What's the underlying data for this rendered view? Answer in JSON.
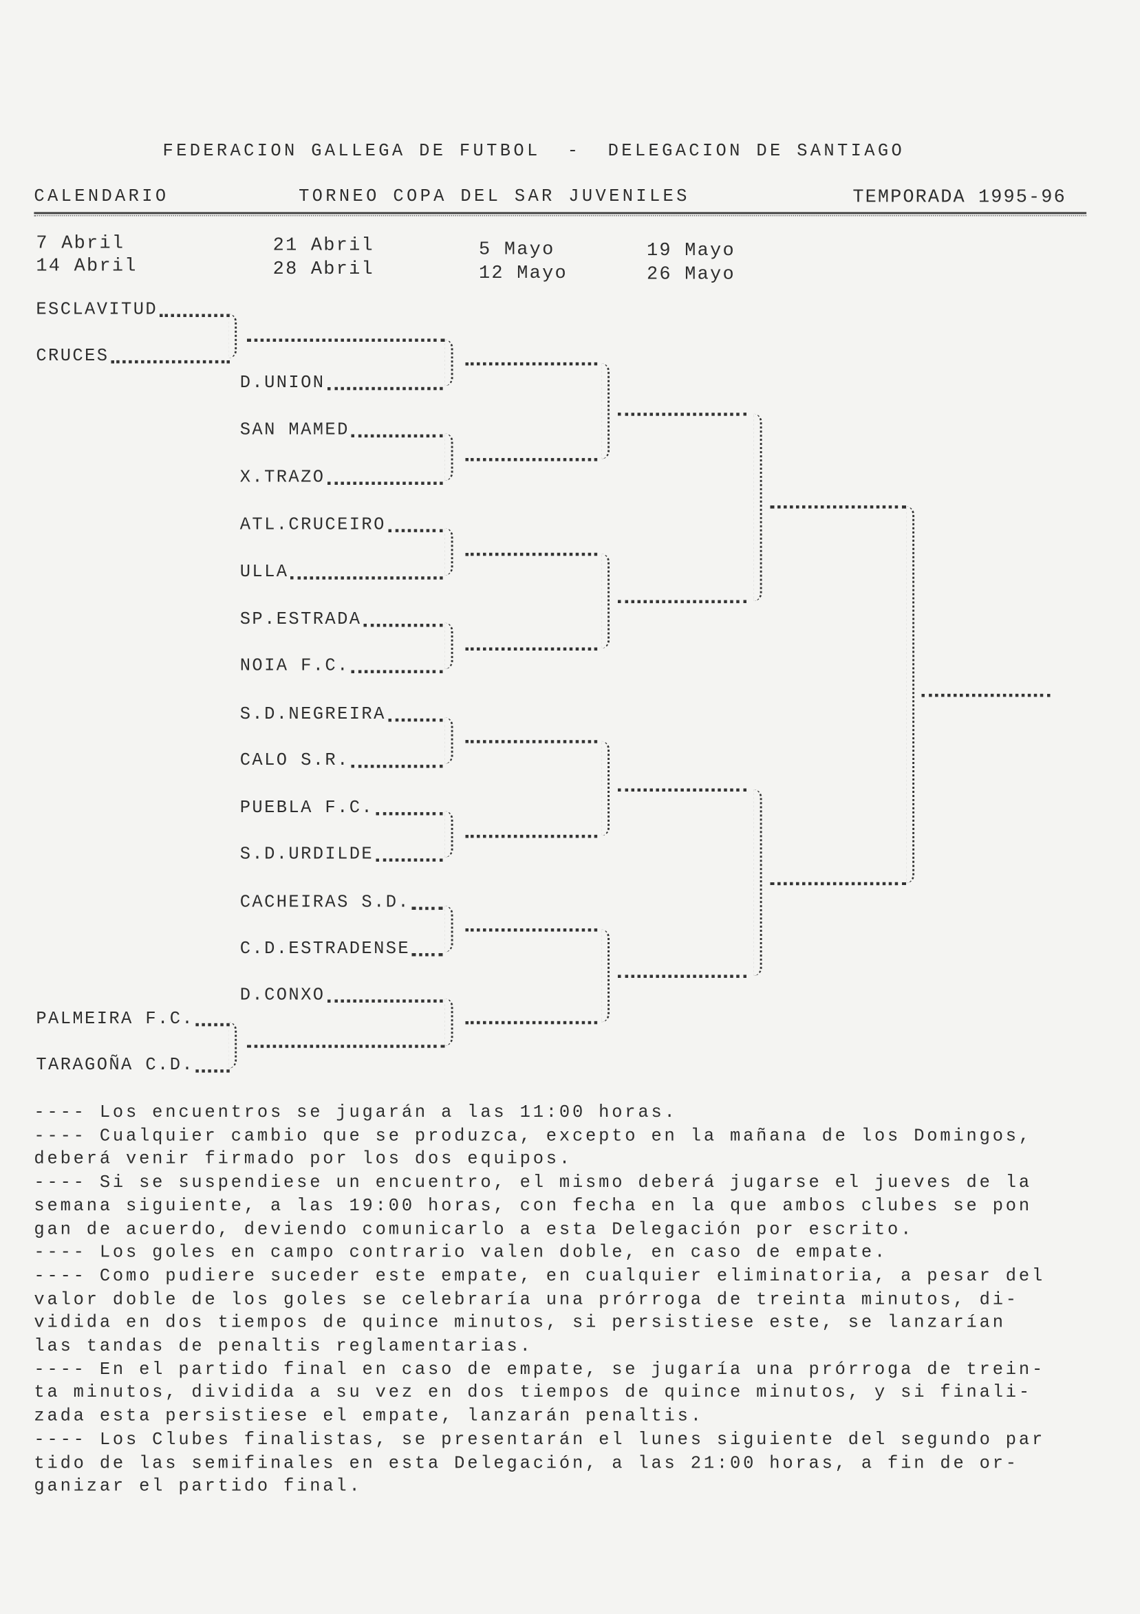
{
  "header": {
    "title": "FEDERACION GALLEGA DE FUTBOL  -  DELEGACION DE SANTIAGO",
    "left": "CALENDARIO",
    "center": "TORNEO COPA DEL SAR JUVENILES",
    "right": "TEMPORADA 1995-96"
  },
  "dates": [
    "7 Abril",
    "14 Abril",
    "21 Abril",
    "28 Abril",
    "5 Mayo",
    "12 Mayo",
    "19 Mayo",
    "26 Mayo"
  ],
  "teams": {
    "preliminary": [
      "ESCLAVITUD",
      "CRUCES",
      "PALMEIRA F.C.",
      "TARAGOÑA C.D."
    ],
    "round1": [
      "D.UNION",
      "SAN MAMED",
      "X.TRAZO",
      "ATL.CRUCEIRO",
      "ULLA",
      "SP.ESTRADA",
      "NOIA F.C.",
      "S.D.NEGREIRA",
      "CALO S.R.",
      "PUEBLA F.C.",
      "S.D.URDILDE",
      "CACHEIRAS S.D.",
      "C.D.ESTRADENSE",
      "D.CONXO"
    ]
  },
  "rules": [
    "---- Los encuentros se jugarán a las 11:00 horas.",
    "---- Cualquier cambio que se produzca, excepto en la mañana de los Domingos,",
    "deberá venir firmado por los dos equipos.",
    "---- Si se suspendiese un encuentro, el mismo deberá jugarse el jueves de la",
    "semana siguiente, a las 19:00 horas, con fecha en la que ambos clubes se pon",
    "gan de acuerdo, deviendo comunicarlo a esta Delegación por escrito.",
    "---- Los goles en campo contrario valen doble, en caso de empate.",
    "---- Como pudiere suceder este empate, en cualquier eliminatoria, a pesar del",
    "valor doble de los goles se celebraría una prórroga de treinta minutos, di-",
    "vidida en dos tiempos de quince minutos, si persistiese este, se lanzarían",
    "las tandas de penaltis reglamentarias.",
    "---- En el partido final en caso de empate, se jugaría una prórroga de trein-",
    "ta minutos, dividida a su vez en dos tiempos de quince minutos, y si finali-",
    "zada esta persistiese el empate, lanzarán penaltis.",
    "---- Los Clubes finalistas, se presentarán el lunes siguiente del segundo par",
    "tido de las semifinales en esta Delegación, a las 21:00 horas, a fin de or-",
    "ganizar el partido final."
  ]
}
